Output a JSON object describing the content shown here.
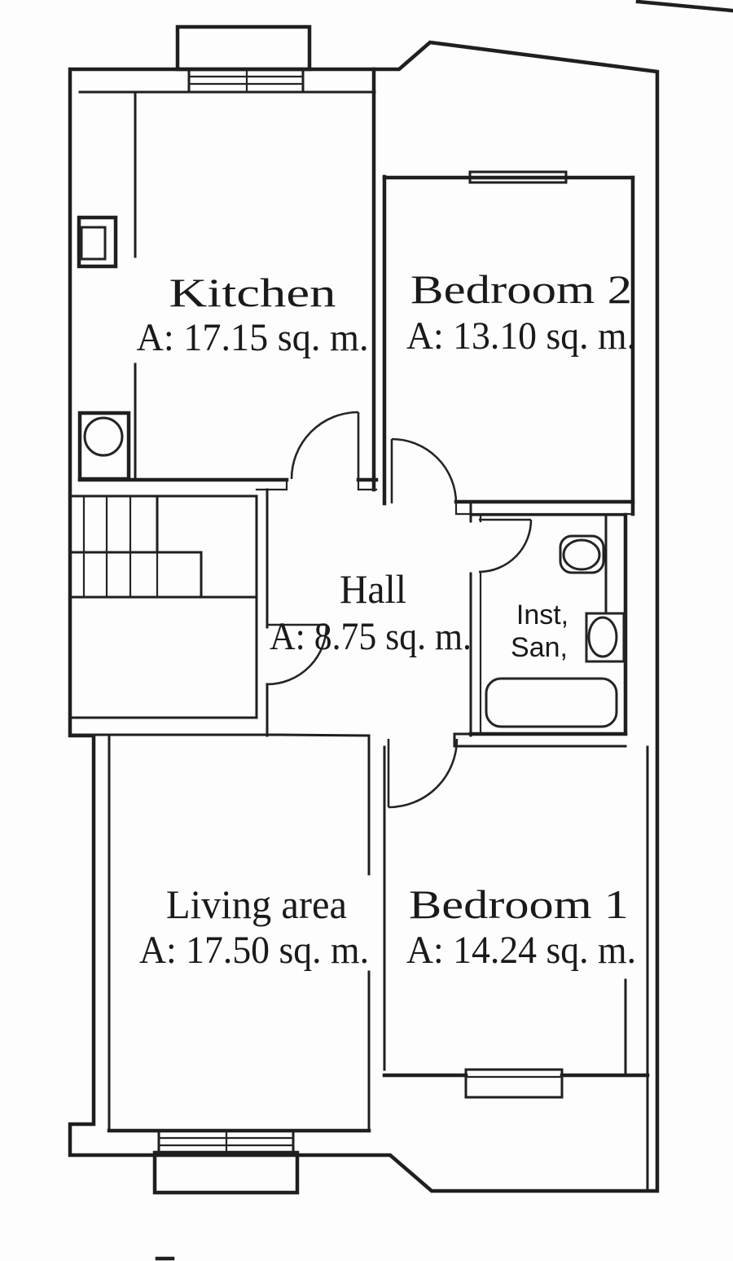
{
  "colors": {
    "line": "#1f1f1f",
    "background": "#fdfdfd",
    "text": "#1a1a1a"
  },
  "rooms": [
    {
      "name": "Kitchen",
      "area": "A: 17.15 sq. m."
    },
    {
      "name": "Bedroom 2",
      "area": "A: 13.10 sq. m."
    },
    {
      "name": "Hall",
      "area": "A: 8.75 sq. m."
    },
    {
      "name": "Living area",
      "area": "A: 17.50 sq. m."
    },
    {
      "name": "Bedroom 1",
      "area": "A: 14.24 sq. m."
    }
  ],
  "bathroom": {
    "label_line1": "Inst,",
    "label_line2": "San,"
  }
}
